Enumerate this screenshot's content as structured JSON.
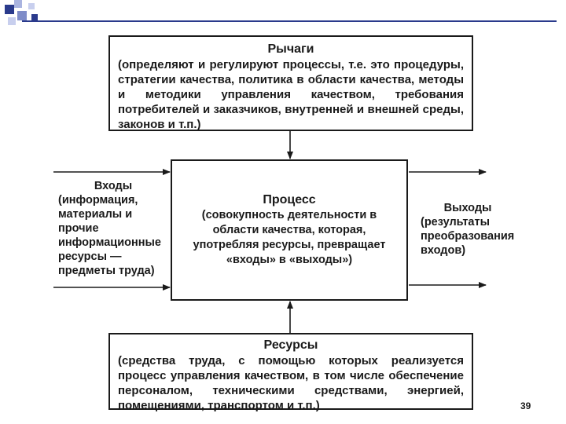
{
  "levers": {
    "title": "Рычаги",
    "body": "(определяют и регулируют процессы, т.е. это процедуры, стратегии качества, политика в области качества, методы и методики управления качеством, требования потребителей и заказчиков, внутренней и внешней среды, законов и т.п.)"
  },
  "process": {
    "title": "Процесс",
    "body": "(совокупность деятельности в области качества, которая, употребляя ресурсы, превращает «входы» в «выходы»)"
  },
  "inputs": {
    "title": "Входы",
    "body": "(информация, материалы и прочие информационные ресурсы — предметы труда)"
  },
  "outputs": {
    "title": "Выходы",
    "body": "(результаты преобразования входов)"
  },
  "resources": {
    "title": "Ресурсы",
    "body": "(средства труда, с помощью которых реализуется процесс управления качеством, в том числе обеспечение персоналом, техническими средствами, энергией, помещениями, транспортом и т.п.)"
  },
  "page_number": "39",
  "colors": {
    "accent": "#2a3a8c",
    "accent_light": "#aab4e0"
  }
}
